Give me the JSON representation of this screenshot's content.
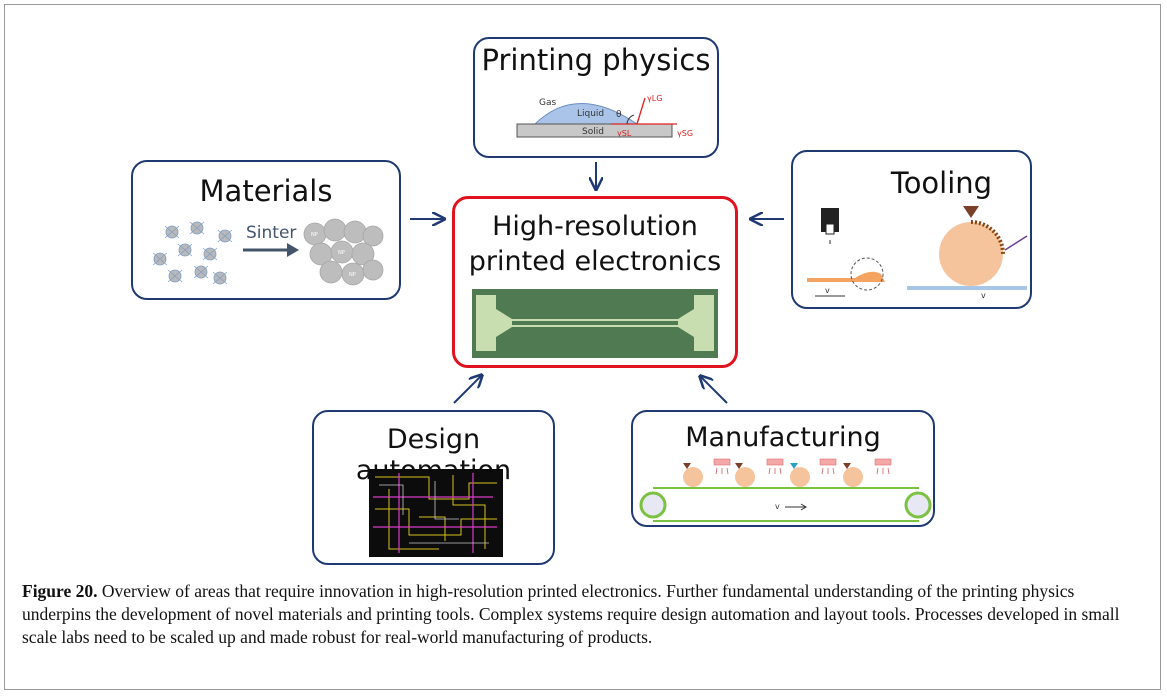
{
  "figure": {
    "center": {
      "title_line1": "High-resolution",
      "title_line2": "printed electronics"
    },
    "boxes": {
      "printing_physics": {
        "title": "Printing physics",
        "labels": {
          "gas": "Gas",
          "liquid": "Liquid",
          "solid": "Solid",
          "theta": "θ",
          "gamma_lg": "γLG",
          "gamma_sl": "γSL",
          "gamma_sg": "γSG"
        }
      },
      "materials": {
        "title": "Materials",
        "labels": {
          "sinter": "Sinter",
          "np": "NP"
        }
      },
      "tooling": {
        "title": "Tooling",
        "labels": {
          "v": "v"
        }
      },
      "design_automation": {
        "title": "Design automation"
      },
      "manufacturing": {
        "title": "Manufacturing",
        "labels": {
          "v": "v"
        }
      }
    },
    "colors": {
      "box_border": "#1f3a73",
      "center_border": "#e0121f",
      "arrow": "#1f3a73",
      "sinter_arrow": "#44546a"
    }
  },
  "caption": {
    "label": "Figure 20.",
    "text": " Overview of areas that require innovation in high-resolution printed electronics. Further fundamental understanding of the printing physics underpins the development of novel materials and printing tools. Complex systems require design automation and layout tools. Processes developed in small scale labs need to be scaled up and made robust for real-world manufacturing of products."
  }
}
